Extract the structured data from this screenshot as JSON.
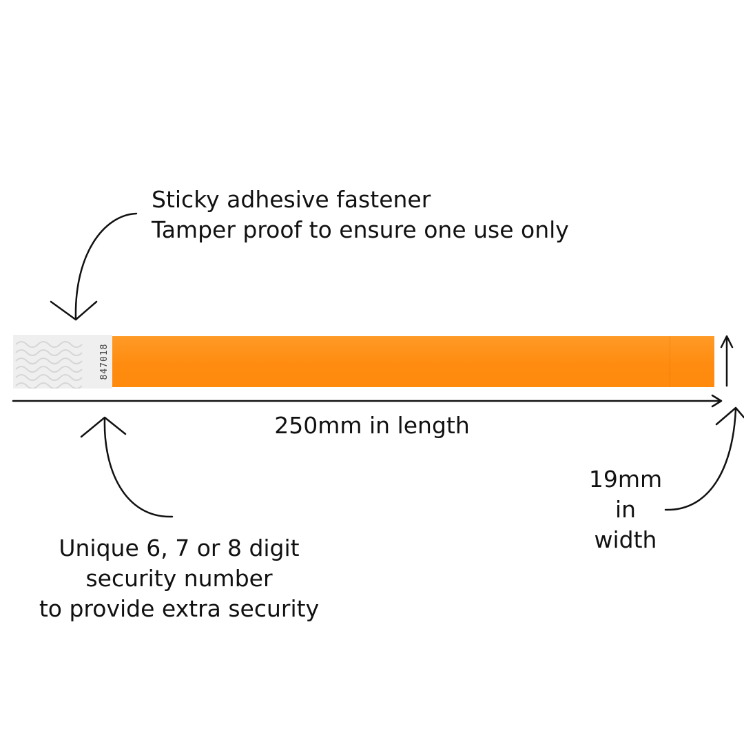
{
  "annotations": {
    "fastener": {
      "line1": "Sticky adhesive fastener",
      "line2": "Tamper proof to ensure one use only"
    },
    "length": "250mm in length",
    "width": {
      "line1": "19mm",
      "line2": "in",
      "line3": "width"
    },
    "security": {
      "line1": "Unique 6, 7 or 8 digit",
      "line2": "security number",
      "line3": "to provide extra security"
    }
  },
  "wristband": {
    "security_number": "847018",
    "band_color": "#ff8c10",
    "tab_color": "#efefef"
  }
}
